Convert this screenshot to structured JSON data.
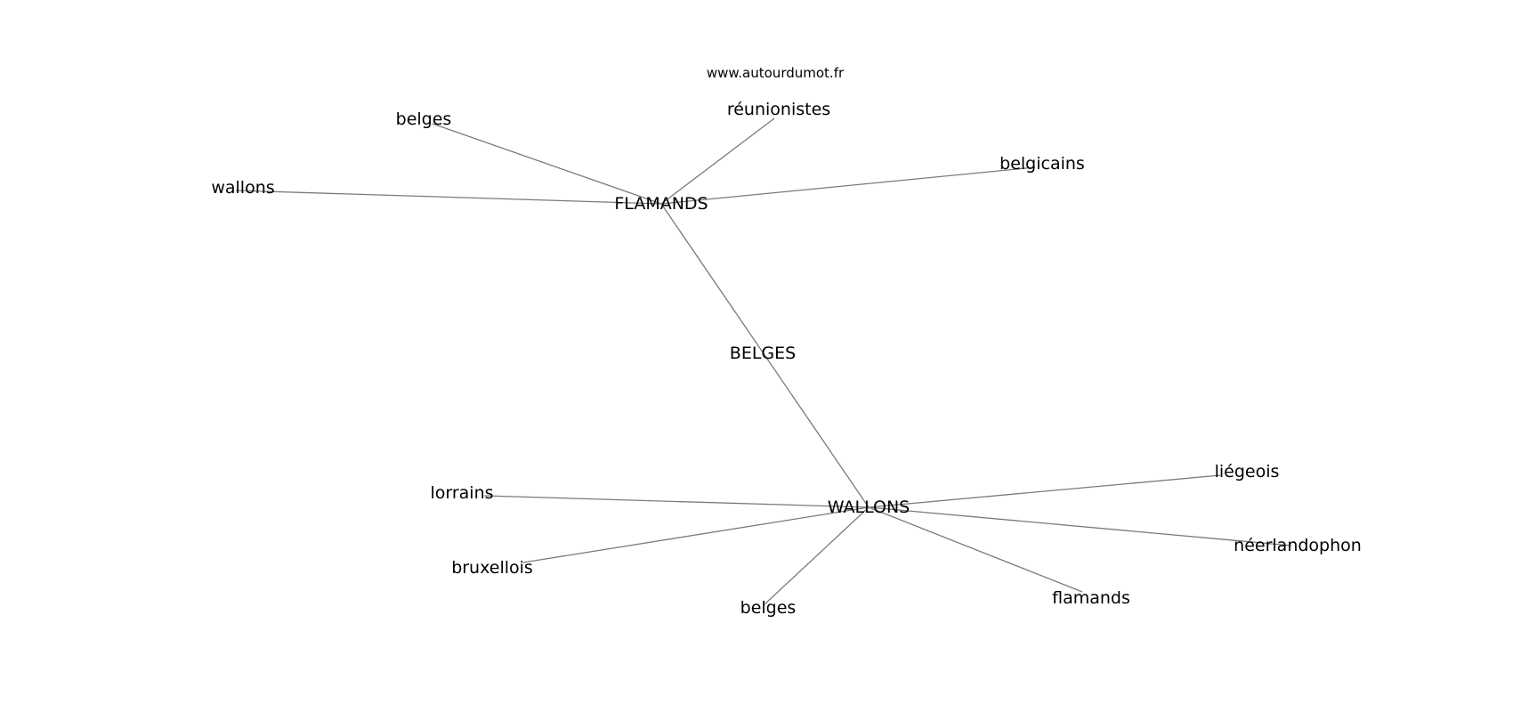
{
  "site": "www.autourdumot.fr",
  "center": "BELGES",
  "nodes": {
    "flamands_hub": "FLAMANDS",
    "wallons_hub": "WALLONS",
    "belges_top": "belges",
    "wallons_leaf": "wallons",
    "reunionistes": "réunionistes",
    "belgicains": "belgicains",
    "lorrains": "lorrains",
    "bruxellois": "bruxellois",
    "belges_bottom": "belges",
    "flamands_leaf": "flamands",
    "liegeois": "liégeois",
    "neerlandophon": "néerlandophon"
  },
  "edges": [
    [
      "flamands_hub",
      "wallons_hub"
    ],
    [
      "flamands_hub",
      "belges_top"
    ],
    [
      "flamands_hub",
      "wallons_leaf"
    ],
    [
      "flamands_hub",
      "reunionistes"
    ],
    [
      "flamands_hub",
      "belgicains"
    ],
    [
      "wallons_hub",
      "lorrains"
    ],
    [
      "wallons_hub",
      "bruxellois"
    ],
    [
      "wallons_hub",
      "belges_bottom"
    ],
    [
      "wallons_hub",
      "flamands_leaf"
    ],
    [
      "wallons_hub",
      "liegeois"
    ],
    [
      "wallons_hub",
      "neerlandophon"
    ]
  ]
}
